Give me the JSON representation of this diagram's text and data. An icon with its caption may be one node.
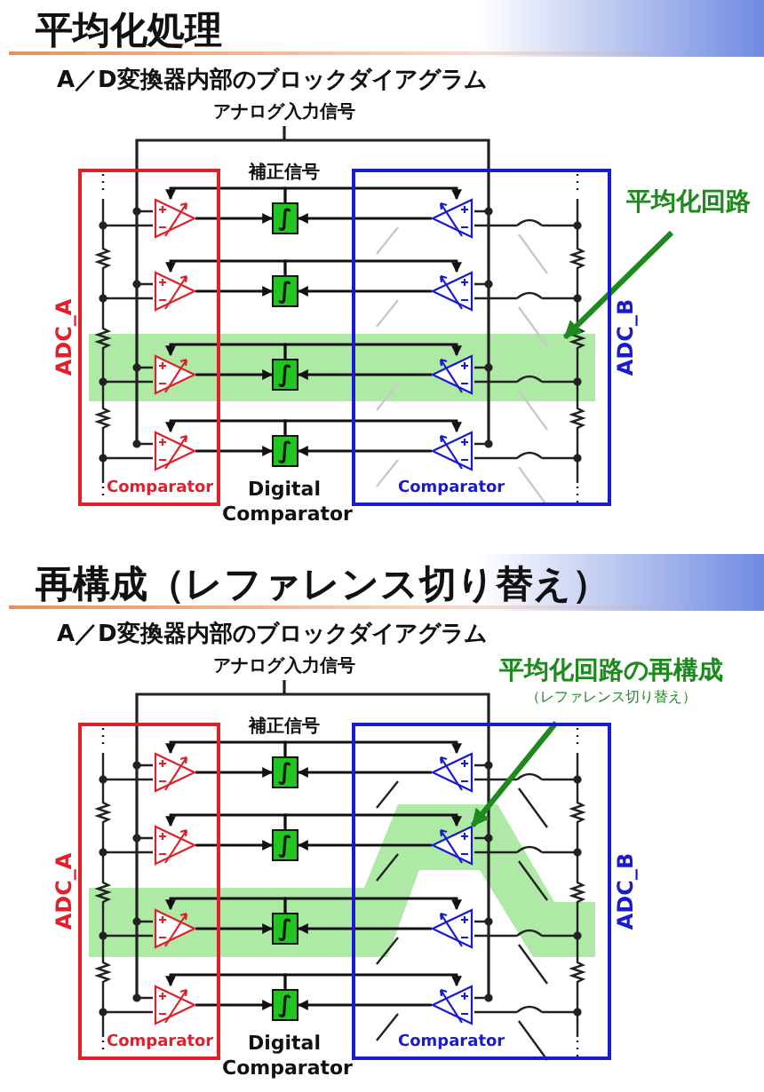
{
  "diagram": {
    "nodes": [
      {
        "text": [
          "ADC_A",
          "Comparator"
        ]
      },
      {
        "text": [],
        "shape": "triangle",
        "in": 0
      },
      {
        "text": [],
        "shape": "triangle",
        "in": 0
      },
      {
        "text": [],
        "shape": "triangle",
        "in": 0
      },
      {
        "text": [],
        "shape": "triangle",
        "in": 0
      },
      {
        "text": [
          "∫"
        ]
      },
      {
        "text": [
          "∫"
        ]
      },
      {
        "text": [
          "∫"
        ]
      },
      {
        "text": [
          "∫"
        ]
      },
      {
        "text": [
          "ADC_B",
          "Comparator"
        ]
      },
      {
        "text": [],
        "shape": "triangle",
        "in": 9
      },
      {
        "text": [],
        "shape": "triangle",
        "in": 9
      },
      {
        "text": [],
        "shape": "triangle",
        "in": 9
      },
      {
        "text": [],
        "shape": "triangle",
        "in": 9
      },
      {
        "text": [
          "平均化回路"
        ]
      },
      {
        "text": [
          "ADC_A",
          "Comparator"
        ]
      },
      {
        "text": [],
        "shape": "triangle",
        "in": 15
      },
      {
        "text": [],
        "shape": "triangle",
        "in": 15
      },
      {
        "text": [],
        "shape": "triangle",
        "in": 15
      },
      {
        "text": [],
        "shape": "triangle",
        "in": 15
      },
      {
        "text": [
          "∫"
        ]
      },
      {
        "text": [
          "∫"
        ]
      },
      {
        "text": [
          "∫"
        ]
      },
      {
        "text": [
          "∫"
        ]
      },
      {
        "text": [
          "ADC_B",
          "Comparator"
        ]
      },
      {
        "text": [],
        "shape": "triangle",
        "in": 24
      },
      {
        "text": [],
        "shape": "triangle",
        "in": 24
      },
      {
        "text": [],
        "shape": "triangle",
        "in": 24
      },
      {
        "text": [],
        "shape": "triangle",
        "in": 24
      },
      {
        "text": [
          "平均化回路の再構成",
          "（レファレンス切り替え）"
        ]
      }
    ],
    "edges": [
      {
        "from": 1,
        "to": 5,
        "arrow": "to"
      },
      {
        "from": 5,
        "to": 1,
        "arrow": "to"
      },
      {
        "from": 10,
        "to": 5,
        "arrow": "to"
      },
      {
        "from": 5,
        "to": 10,
        "arrow": "to"
      },
      {
        "from": 2,
        "to": 6,
        "arrow": "to"
      },
      {
        "from": 6,
        "to": 2,
        "arrow": "to"
      },
      {
        "from": 11,
        "to": 6,
        "arrow": "to"
      },
      {
        "from": 6,
        "to": 11,
        "arrow": "to"
      },
      {
        "from": 3,
        "to": 7,
        "arrow": "to"
      },
      {
        "from": 7,
        "to": 3,
        "arrow": "to"
      },
      {
        "from": 12,
        "to": 7,
        "arrow": "to"
      },
      {
        "from": 7,
        "to": 12,
        "arrow": "to"
      },
      {
        "from": 4,
        "to": 8,
        "arrow": "to"
      },
      {
        "from": 8,
        "to": 4,
        "arrow": "to"
      },
      {
        "from": 13,
        "to": 8,
        "arrow": "to"
      },
      {
        "from": 8,
        "to": 13,
        "arrow": "to"
      },
      {
        "from": 14,
        "to": 9,
        "arrow": "to",
        "style": "thick",
        "color": "#1e8a1e"
      },
      {
        "from": 16,
        "to": 20,
        "arrow": "to"
      },
      {
        "from": 20,
        "to": 16,
        "arrow": "to"
      },
      {
        "from": 25,
        "to": 20,
        "arrow": "to"
      },
      {
        "from": 20,
        "to": 25,
        "arrow": "to"
      },
      {
        "from": 17,
        "to": 21,
        "arrow": "to"
      },
      {
        "from": 21,
        "to": 17,
        "arrow": "to"
      },
      {
        "from": 26,
        "to": 21,
        "arrow": "to"
      },
      {
        "from": 21,
        "to": 26,
        "arrow": "to"
      },
      {
        "from": 18,
        "to": 22,
        "arrow": "to"
      },
      {
        "from": 22,
        "to": 18,
        "arrow": "to"
      },
      {
        "from": 27,
        "to": 22,
        "arrow": "to"
      },
      {
        "from": 22,
        "to": 27,
        "arrow": "to"
      },
      {
        "from": 19,
        "to": 23,
        "arrow": "to"
      },
      {
        "from": 23,
        "to": 19,
        "arrow": "to"
      },
      {
        "from": 28,
        "to": 23,
        "arrow": "to"
      },
      {
        "from": 23,
        "to": 28,
        "arrow": "to"
      },
      {
        "from": 29,
        "to": 26,
        "arrow": "to",
        "style": "thick",
        "color": "#1e8a1e"
      }
    ],
    "labels": [
      "平均化処理",
      "A／D変換器内部のブロックダイアグラム",
      "アナログ入力信号",
      "補正信号",
      "Digital Comparator",
      "再構成（レファレンス切り替え）",
      "A／D変換器内部のブロックダイアグラム",
      "アナログ入力信号",
      "補正信号",
      "Digital Comparator"
    ]
  }
}
